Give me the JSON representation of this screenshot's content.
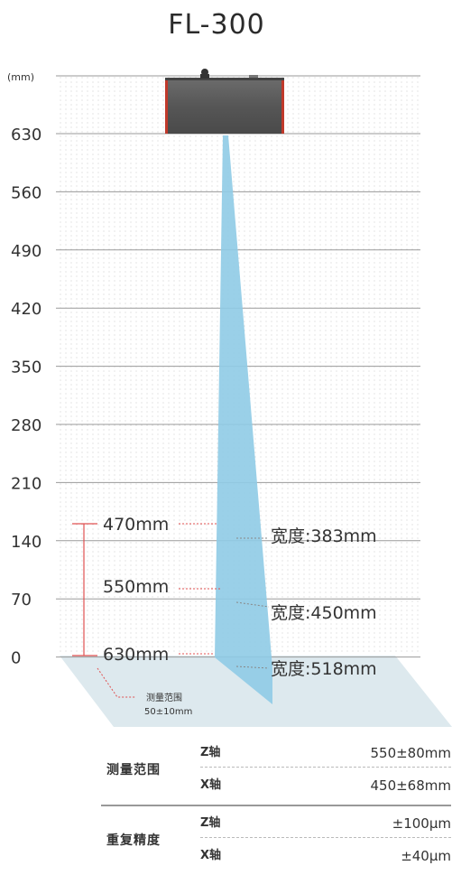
{
  "title": "FL-300",
  "axis": {
    "unit": "(mm)",
    "ticks": [
      "630",
      "560",
      "490",
      "420",
      "350",
      "280",
      "210",
      "140",
      "70",
      "0"
    ]
  },
  "distances": [
    "470mm",
    "550mm",
    "630mm"
  ],
  "widths": [
    "宽度:383mm",
    "宽度:450mm",
    "宽度:518mm"
  ],
  "range_note": [
    "测量范围",
    "50±10mm"
  ],
  "colors": {
    "beam": "#8fcbe6",
    "sensor_body": "#5a5a5a",
    "sensor_edge": "#c0392b",
    "floor": "#dde9ee",
    "range_marker": "#e05050"
  },
  "specs": [
    {
      "label": "测量范围",
      "rows": [
        {
          "axis": "Z轴",
          "value": "550±80mm"
        },
        {
          "axis": "X轴",
          "value": "450±68mm"
        }
      ]
    },
    {
      "label": "重复精度",
      "rows": [
        {
          "axis": "Z轴",
          "value": "±100μm"
        },
        {
          "axis": "X轴",
          "value": "±40μm"
        }
      ]
    }
  ]
}
